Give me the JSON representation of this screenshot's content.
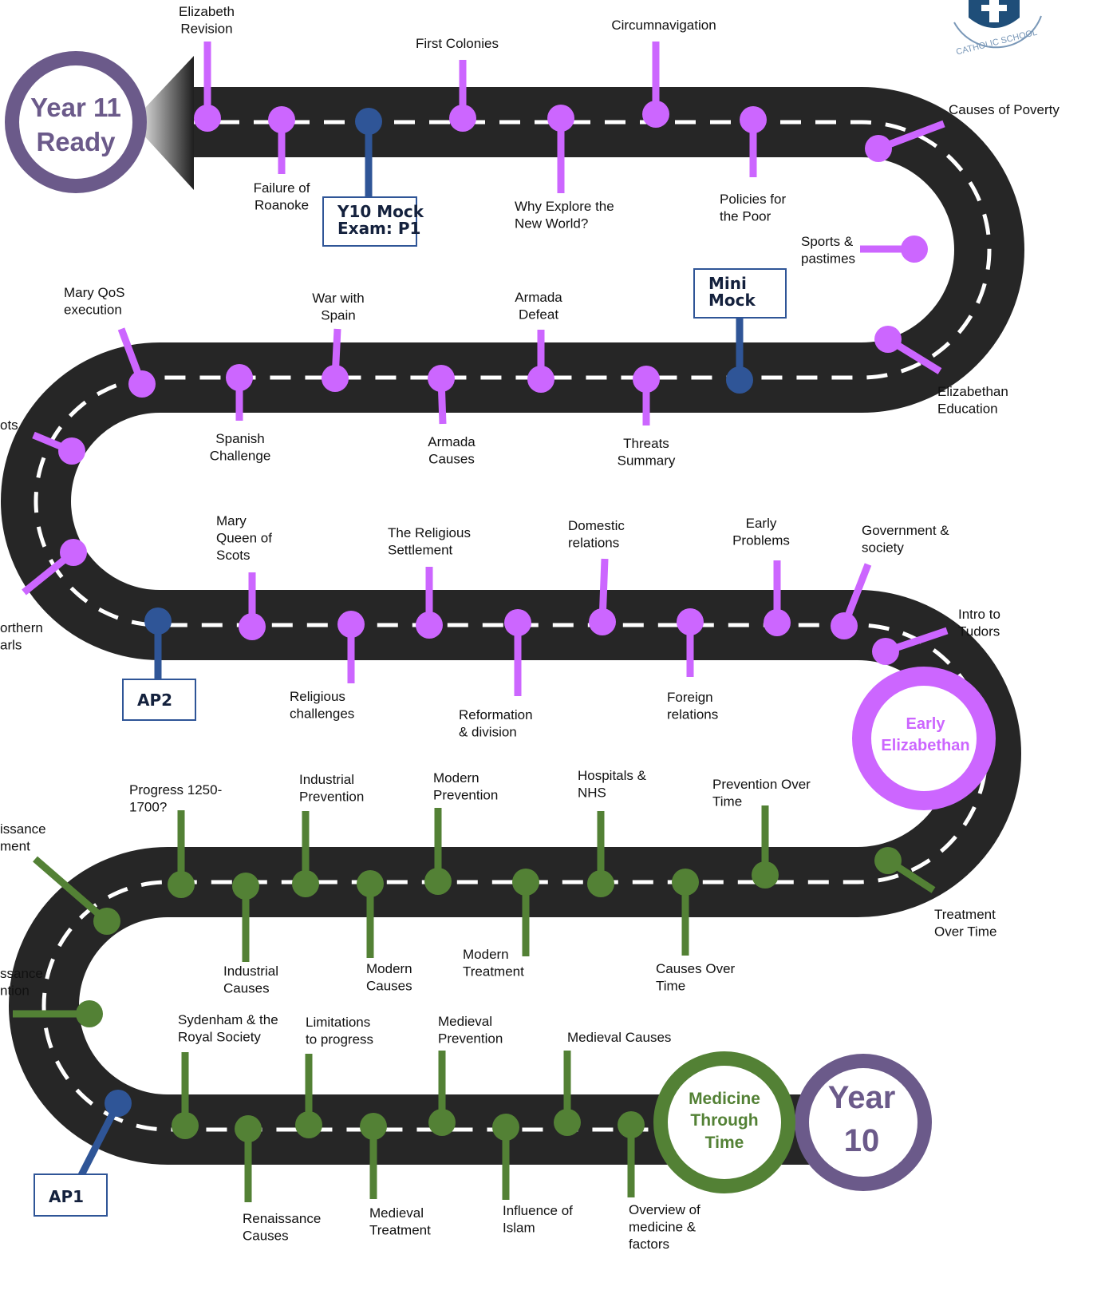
{
  "colors": {
    "road": "#262626",
    "dash": "#ffffff",
    "elizabethan": "#cc66ff",
    "medicine": "#538135",
    "assessment": "#2f5597",
    "year": "#6b5a8a"
  },
  "circles": {
    "year11": [
      "Year 11",
      "Ready"
    ],
    "year10": [
      "Year",
      "10"
    ],
    "early_elizabethan": [
      "Early",
      "Elizabethan"
    ],
    "medicine": [
      "Medicine",
      "Through",
      "Time"
    ]
  },
  "logo": {
    "text": "CATHOLIC SCHOOL"
  },
  "assessments": {
    "y10_mock": [
      "Y10 Mock",
      "Exam: P1"
    ],
    "mini_mock": [
      "Mini",
      "Mock"
    ],
    "ap2": "AP2",
    "ap1": "AP1"
  },
  "topics": {
    "elizabeth_revision": [
      "Elizabeth",
      "Revision"
    ],
    "failure_of_roanoke": [
      "Failure of",
      "Roanoke"
    ],
    "first_colonies": [
      "First Colonies"
    ],
    "why_explore": [
      "Why Explore the",
      "New World?"
    ],
    "circumnavigation": [
      "Circumnavigation"
    ],
    "policies_for_poor": [
      "Policies for",
      "the Poor"
    ],
    "causes_of_poverty": [
      "Causes of Poverty"
    ],
    "sports_pastimes": [
      "Sports &",
      "pastimes"
    ],
    "elizabethan_education": [
      "Elizabethan",
      "Education"
    ],
    "mary_qos_execution": [
      "Mary QoS",
      "execution"
    ],
    "war_with_spain": [
      "War with",
      "Spain"
    ],
    "armada_defeat": [
      "Armada",
      "Defeat"
    ],
    "spanish_challenge": [
      "Spanish",
      "Challenge"
    ],
    "armada_causes": [
      "Armada",
      "Causes"
    ],
    "threats_summary": [
      "Threats",
      "Summary"
    ],
    "plots": [
      "ots"
    ],
    "northern_earls": [
      "orthern",
      "arls"
    ],
    "mary_queen_of_scots": [
      "Mary",
      "Queen of",
      "Scots"
    ],
    "religious_settlement": [
      "The Religious",
      "Settlement"
    ],
    "domestic_relations": [
      "Domestic",
      "relations"
    ],
    "early_problems": [
      "Early",
      "Problems"
    ],
    "government_society": [
      "Government &",
      "society"
    ],
    "intro_to_tudors": [
      "Intro to",
      "Tudors"
    ],
    "religious_challenges": [
      "Religious",
      "challenges"
    ],
    "reformation_division": [
      "Reformation",
      "& division"
    ],
    "foreign_relations": [
      "Foreign",
      "relations"
    ],
    "progress_1250_1700": [
      "Progress 1250-",
      "1700?"
    ],
    "industrial_prevention": [
      "Industrial",
      "Prevention"
    ],
    "modern_prevention": [
      "Modern",
      "Prevention"
    ],
    "hospitals_nhs": [
      "Hospitals &",
      "NHS"
    ],
    "prevention_over_time": [
      "Prevention Over",
      "Time"
    ],
    "renaissance_treatment": [
      "issance",
      "ment"
    ],
    "renaissance_prevention": [
      "ssance",
      "ntion"
    ],
    "industrial_causes": [
      "Industrial",
      "Causes"
    ],
    "modern_causes": [
      "Modern",
      "Causes"
    ],
    "modern_treatment": [
      "Modern",
      "Treatment"
    ],
    "causes_over_time": [
      "Causes Over",
      "Time"
    ],
    "treatment_over_time": [
      "Treatment",
      "Over Time"
    ],
    "sydenham": [
      "Sydenham & the",
      "Royal Society"
    ],
    "limitations_to_progress": [
      "Limitations",
      "to progress"
    ],
    "medieval_prevention": [
      "Medieval",
      "Prevention"
    ],
    "medieval_causes": [
      "Medieval Causes"
    ],
    "renaissance_causes": [
      "Renaissance",
      "Causes"
    ],
    "medieval_treatment": [
      "Medieval",
      "Treatment"
    ],
    "influence_of_islam": [
      "Influence of",
      "Islam"
    ],
    "overview_medicine": [
      "Overview of",
      "medicine &",
      "factors"
    ]
  }
}
